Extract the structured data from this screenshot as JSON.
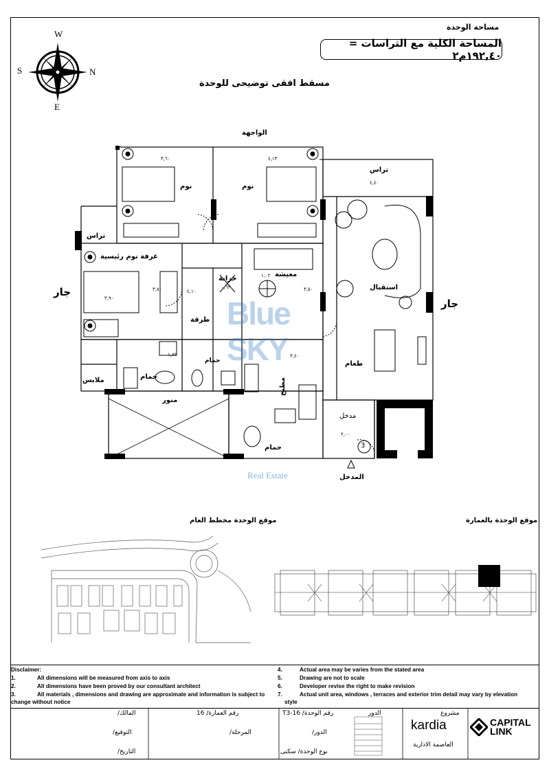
{
  "header": {
    "unit_area_title": "مساحة الوحدة",
    "total_area": "المساحة الكلية مع التراسات = ١٩٢,٤٠م٢",
    "plan_title": "مسقط افقى توضيحى للوحدة",
    "facade": "الواجهة"
  },
  "compass": {
    "n": "N",
    "s": "S",
    "e": "E",
    "w": "W"
  },
  "rooms": {
    "bed1": "نوم",
    "bed2": "نوم",
    "terrace_right": "تراس",
    "terrace_left": "تراس",
    "master": "غرفة نوم رئيسية",
    "closet": "خزانة",
    "living": "معيشة",
    "reception": "استقبال",
    "corridor": "طرقة",
    "bath1": "حمام",
    "bath2": "حمام",
    "bath3": "حمام",
    "dining": "طعام",
    "kitchen": "مطبخ",
    "entry_hall": "مدخل",
    "dressing": "ملابس",
    "lightwell": "منور",
    "entrance": "المدخل",
    "neighbor_left": "جار",
    "neighbor_right": "جار",
    "unit_number_badge": "3"
  },
  "dims": {
    "d1": "٣,٦٠",
    "d2": "٤,١٣",
    "d3": "٤,٤٠",
    "d4": "٣,٨٠",
    "d5": "٣,٥٠",
    "d6": "٣,٤٠",
    "d7": "٣,٩٠",
    "d8": "١,٠٢",
    "d9": "٠,٦٣",
    "d10": "٤,١٠",
    "d11": "٢,٠٠",
    "d12": "١,٨٢"
  },
  "watermark": {
    "brand": "Blue SKY",
    "sub": "Real Estate"
  },
  "locations": {
    "master_plan": "موقع الوحدة مخطط العام",
    "building": "موقع الوحدة بالعمارة"
  },
  "disclaimer": {
    "title": "Disclaimer:",
    "items": [
      {
        "n": "1.",
        "t": "All dimensions will be measured from axis to axis"
      },
      {
        "n": "2.",
        "t": "All dimensions have been proved by our consultant architect"
      },
      {
        "n": "3.",
        "t": "All materials , dimensions and drawing are approximate and information is subject to"
      },
      {
        "n": "",
        "t": "change without notice"
      },
      {
        "n": "4.",
        "t": "Actual area may be varies from the stated area"
      },
      {
        "n": "5.",
        "t": "Drawing are not to scale"
      },
      {
        "n": "6.",
        "t": "Developer revise the right to make revision"
      },
      {
        "n": "7.",
        "t": "Actual unit area, windows , terraces and exterior trim detail may vary by elevation"
      },
      {
        "n": "",
        "t": "style"
      }
    ]
  },
  "titleblock": {
    "owner": "المالك/",
    "signature": "التوقيع/",
    "date": "التاريخ/",
    "building_no": "رقم العمارة/ 16",
    "phase": "المرحلة/",
    "unit_no": "رقم الوحدة/ 16-T3",
    "floor_top": "الدور",
    "floor": "الدور/",
    "unit_type": "نوع الوحدة/ سكنى",
    "project": "مشروع",
    "project_name": "kardia",
    "city": "العاصمة الادارية",
    "logo_line1": "CAPITAL",
    "logo_line2": "LINK"
  }
}
